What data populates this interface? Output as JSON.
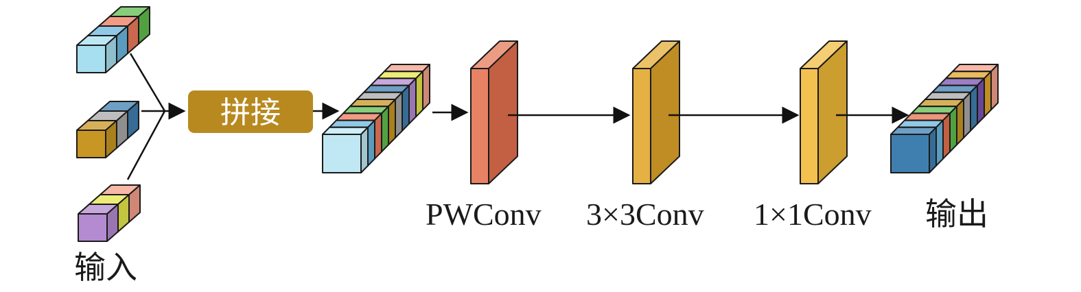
{
  "labels": {
    "input": "输入",
    "concat": "拼接",
    "pwconv": "PWConv",
    "conv3": "3×3Conv",
    "conv1": "1×1Conv",
    "output": "输出"
  },
  "colors": {
    "concat_button": "#b8891f",
    "pwconv": "#e5714f",
    "conv3": "#e2a62a",
    "conv1": "#f0b937",
    "arrow": "#111111"
  },
  "feature_colors": {
    "input_top": [
      "#a8dff0",
      "#6bb7e0",
      "#ec7a5c",
      "#5fbd4f"
    ],
    "input_mid": [
      "#c89622",
      "#a8a8a8",
      "#3f7fb0"
    ],
    "input_bottom": [
      "#b48bd0",
      "#e5e74a",
      "#f3a08a"
    ],
    "concat": [
      "#bfe8f4",
      "#6bb7e0",
      "#ec7a5c",
      "#5fbd4f",
      "#c89622",
      "#a8a8a8",
      "#3f7fb0",
      "#b48bd0",
      "#e5e74a",
      "#f3a08a"
    ],
    "output": [
      "#3f7fb0",
      "#6bb7e0",
      "#e5714f",
      "#5fbd4f",
      "#c89622",
      "#a8a8a8",
      "#3f7fb0",
      "#7a53b0",
      "#e2a62a",
      "#f3a08a"
    ]
  }
}
